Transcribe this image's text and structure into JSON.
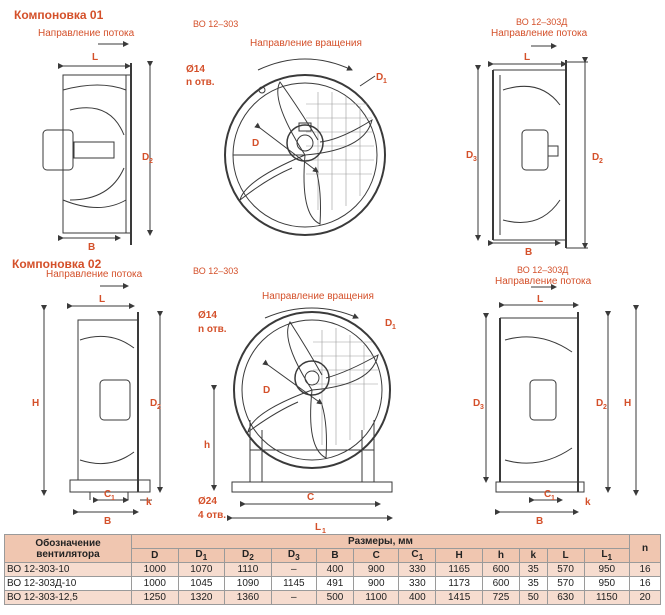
{
  "section1": {
    "title": "Компоновка 01",
    "flow": "Направление потока",
    "model_center": "ВО 12–303",
    "rotation": "Направление вращения",
    "model_right": "ВО 12–303Д",
    "flow_right": "Направление потока",
    "hole_dia": "Ø14",
    "hole_count": "n отв."
  },
  "section2": {
    "title": "Компоновка 02",
    "flow": "Направление потока",
    "model_center": "ВО 12–303",
    "rotation": "Направление вращения",
    "model_right": "ВО 12–303Д",
    "flow_right": "Направление потока",
    "hole_dia": "Ø14",
    "hole_count": "n отв.",
    "foot_dia": "Ø24",
    "foot_count": "4 отв."
  },
  "dims": {
    "L": "L",
    "B": "B",
    "D": "D",
    "D1": "D",
    "D1_sub": "1",
    "D2": "D",
    "D2_sub": "2",
    "D3": "D",
    "D3_sub": "3",
    "H": "H",
    "h": "h",
    "C": "C",
    "C1": "C",
    "C1_sub": "1",
    "L1": "L",
    "L1_sub": "1",
    "k": "k"
  },
  "table": {
    "header_designation": "Обозначение вентилятора",
    "header_sizes": "Размеры, мм",
    "header_n": "n",
    "columns": [
      {
        "main": "D",
        "sub": ""
      },
      {
        "main": "D",
        "sub": "1"
      },
      {
        "main": "D",
        "sub": "2"
      },
      {
        "main": "D",
        "sub": "3"
      },
      {
        "main": "B",
        "sub": ""
      },
      {
        "main": "C",
        "sub": ""
      },
      {
        "main": "C",
        "sub": "1"
      },
      {
        "main": "H",
        "sub": ""
      },
      {
        "main": "h",
        "sub": ""
      },
      {
        "main": "k",
        "sub": ""
      },
      {
        "main": "L",
        "sub": ""
      },
      {
        "main": "L",
        "sub": "1"
      }
    ],
    "rows": [
      {
        "name": "ВО 12-303-10",
        "values": [
          "1000",
          "1070",
          "1110",
          "–",
          "400",
          "900",
          "330",
          "1165",
          "600",
          "35",
          "570",
          "950"
        ],
        "n": "16"
      },
      {
        "name": "ВО 12-303Д-10",
        "values": [
          "1000",
          "1045",
          "1090",
          "1145",
          "491",
          "900",
          "330",
          "1173",
          "600",
          "35",
          "570",
          "950"
        ],
        "n": "16"
      },
      {
        "name": "ВО 12-303-12,5",
        "values": [
          "1250",
          "1320",
          "1360",
          "–",
          "500",
          "1100",
          "400",
          "1415",
          "725",
          "50",
          "630",
          "1150"
        ],
        "n": "20"
      }
    ]
  },
  "colors": {
    "accent": "#d4502a",
    "line": "#3a3a3a",
    "table_header": "#f0c6b0",
    "table_row": "#f6dccf"
  }
}
